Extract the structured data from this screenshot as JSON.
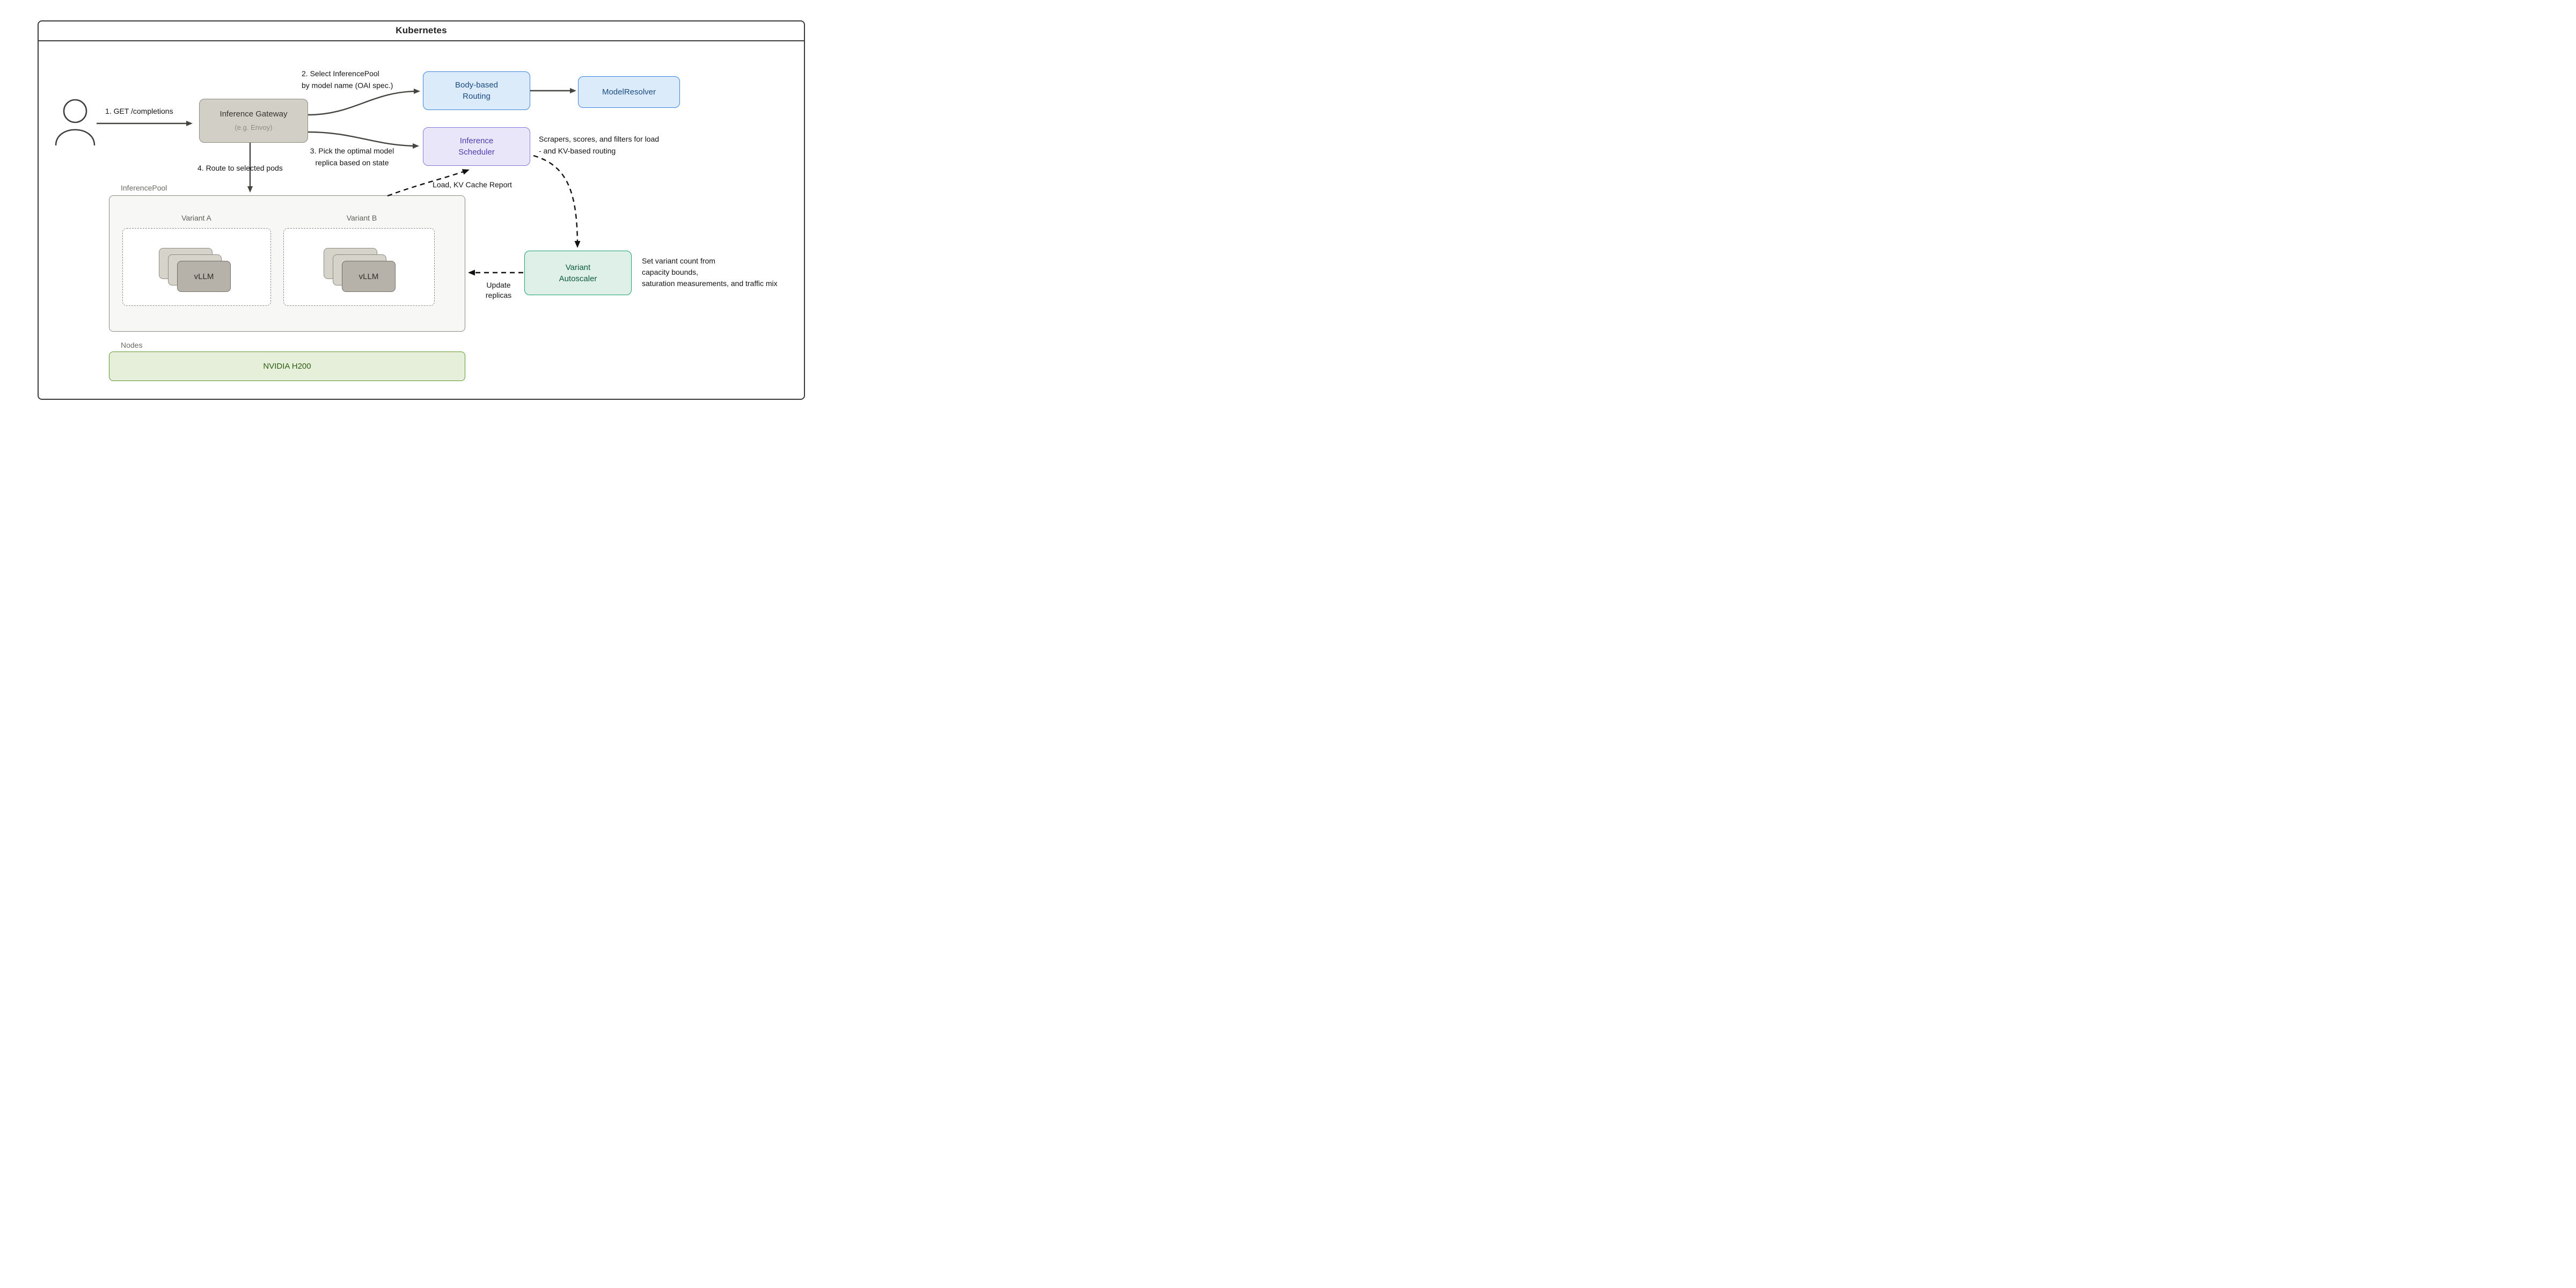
{
  "header": {
    "title": "Kubernetes"
  },
  "icons": {
    "user": "person-outline"
  },
  "boxes": {
    "inference_gateway": {
      "title": "Inference Gateway",
      "subtitle": "(e.g. Envoy)"
    },
    "body_based_routing": {
      "line1": "Body-based",
      "line2": "Routing"
    },
    "model_resolver": {
      "label": "ModelResolver"
    },
    "inference_scheduler": {
      "line1": "Inference",
      "line2": "Scheduler"
    },
    "variant_autoscaler": {
      "line1": "Variant",
      "line2": "Autoscaler"
    },
    "nvidia_h200": {
      "label": "NVIDIA H200"
    }
  },
  "inference_pool": {
    "label": "InferencePool",
    "variants": [
      {
        "label": "Variant A",
        "pod_label": "vLLM"
      },
      {
        "label": "Variant B",
        "pod_label": "vLLM"
      }
    ]
  },
  "nodes_section": {
    "label": "Nodes"
  },
  "annotations": {
    "step1": "1. GET /completions",
    "step2": {
      "line1": "2. Select InferencePool",
      "line2": "by model name (OAI spec.)"
    },
    "step3": {
      "line1": "3. Pick the optimal model",
      "line2": "replica based on state"
    },
    "step4": "4. Route to selected pods",
    "scheduler_note": {
      "line1": "Scrapers, scores, and filters for load",
      "line2": "- and KV-based routing"
    },
    "load_kv_report": "Load, KV Cache Report",
    "autoscaler_note": {
      "line1": "Set variant count from",
      "line2": "capacity bounds,",
      "line3": "saturation measurements, and traffic mix"
    },
    "update_replicas": {
      "line1": "Update",
      "line2": "replicas"
    }
  },
  "colors": {
    "frame_border": "#3a3a38",
    "blue_fill": "#dcebfa",
    "blue_border": "#3b82e0",
    "blue_text": "#1b4b80",
    "purple_fill": "#e9e6fa",
    "purple_border": "#827ad8",
    "purple_text": "#4a3eae",
    "green_fill": "#def0e8",
    "green_border": "#1ba26e",
    "green_text": "#0e5a40",
    "gateway_fill": "#d2cfc7",
    "gateway_border": "#8e8b82",
    "pool_fill": "#f7f7f5",
    "pool_border": "#8b8b84",
    "pod_back_fill": "#d6d3cb",
    "pod_front_fill": "#b6b2a9",
    "nodes_fill": "#e6efd9",
    "nodes_border": "#5e9a2b",
    "nodes_text": "#2d5c13"
  }
}
